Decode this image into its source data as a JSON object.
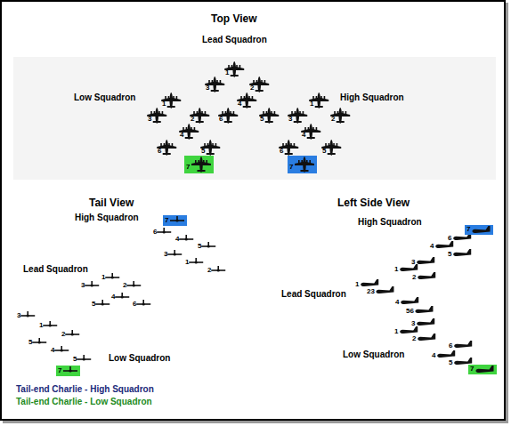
{
  "diagram": {
    "title": "Top View",
    "nodes": [
      {
        "text": [
          "7"
        ]
      },
      {
        "text": [
          "7"
        ]
      },
      {
        "text": [
          "7"
        ]
      },
      {
        "text": [
          "7"
        ]
      },
      {
        "text": [
          "7"
        ]
      },
      {
        "text": [
          "7"
        ]
      }
    ],
    "labels": [
      "Lead Squadron",
      "Low Squadron",
      "High Squadron",
      "1",
      "3",
      "2",
      "4",
      "6",
      "5",
      "1",
      "3",
      "2",
      "4",
      "6",
      "5",
      "1",
      "3",
      "2",
      "4",
      "6",
      "5",
      "Tail View",
      "High Squadron",
      "6",
      "4",
      "5",
      "3",
      "1",
      "2",
      "Lead Squadron",
      "3",
      "1",
      "2",
      "4",
      "5",
      "6",
      "3",
      "1",
      "2",
      "5",
      "4",
      "5",
      "Low Squadron",
      "Left Side View",
      "High Squadron",
      "6",
      "4",
      "5",
      "3",
      "1",
      "2",
      "Lead Squadron",
      "1",
      "23",
      "4",
      "56",
      "3",
      "1",
      "2",
      "Low Squadron",
      "6",
      "4",
      "5"
    ],
    "legend": [
      {
        "text": "Tail-end Charlie - High Squadron",
        "color": "#1b2a7a"
      },
      {
        "text": "Tail-end Charlie - Low Squadron",
        "color": "#228b22"
      }
    ]
  }
}
